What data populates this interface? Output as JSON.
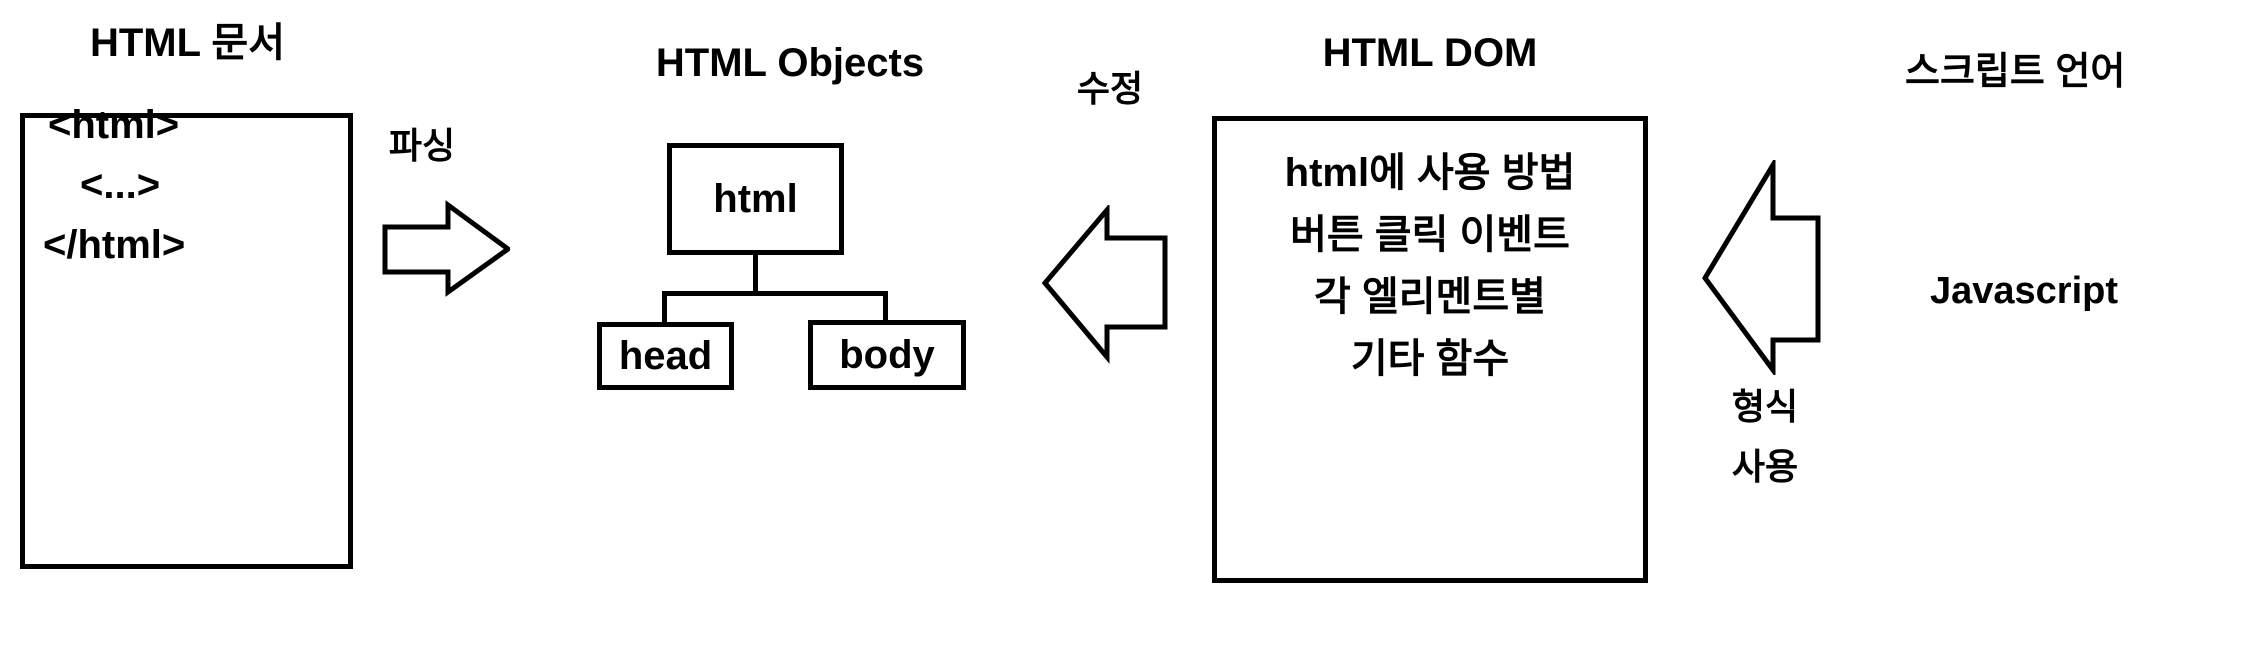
{
  "diagram": {
    "title_colors": {
      "stroke": "#000000",
      "background": "#ffffff",
      "text": "#000000"
    },
    "sections": {
      "document": {
        "title": "HTML 문서",
        "code_lines": [
          "<html>",
          "<...>",
          "</html>"
        ]
      },
      "objects": {
        "title": "HTML Objects",
        "nodes": {
          "root": "html",
          "children": [
            "head",
            "body"
          ]
        }
      },
      "dom": {
        "title": "HTML DOM",
        "lines": [
          "html에 사용 방법",
          "버튼 클릭 이벤트",
          "각 엘리멘트별",
          "기타 함수"
        ]
      },
      "script": {
        "title": "스크립트 언어",
        "language": "Javascript",
        "labels": [
          "형식",
          "사용"
        ]
      }
    },
    "arrows": {
      "parse": {
        "label": "파싱",
        "direction": "right"
      },
      "modify": {
        "label": "수정",
        "direction": "left"
      },
      "usage": {
        "label": "",
        "direction": "left"
      }
    }
  }
}
